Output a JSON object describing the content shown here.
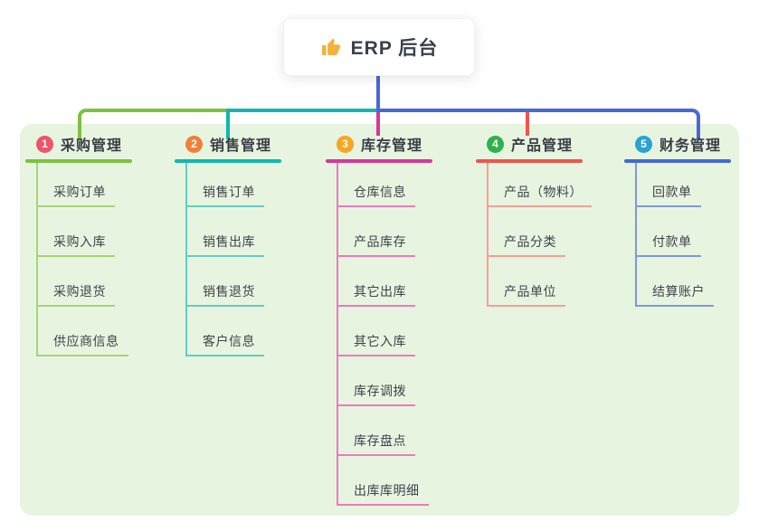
{
  "root": {
    "title": "ERP 后台",
    "icon": "thumbs-up-icon"
  },
  "colors": {
    "blue": "#4a67d8",
    "green": "#7cc23e",
    "teal": "#11b7ae",
    "magenta": "#d6389a",
    "red": "#f2544e",
    "panel_bg": "#e7f5e0",
    "thumb": "#f2b23c"
  },
  "branches": [
    {
      "number": "1",
      "title": "采购管理",
      "badge_color": "#f0536b",
      "line_color": "#7cc23e",
      "child_line_color": "#a6d478",
      "children": [
        "采购订单",
        "采购入库",
        "采购退货",
        "供应商信息"
      ]
    },
    {
      "number": "2",
      "title": "销售管理",
      "badge_color": "#f08039",
      "line_color": "#11b7ae",
      "child_line_color": "#63ccc5",
      "children": [
        "销售订单",
        "销售出库",
        "销售退货",
        "客户信息"
      ]
    },
    {
      "number": "3",
      "title": "库存管理",
      "badge_color": "#f9a51f",
      "line_color": "#d6389a",
      "child_line_color": "#ee79bd",
      "children": [
        "仓库信息",
        "产品库存",
        "其它出库",
        "其它入库",
        "库存调拨",
        "库存盘点",
        "出库库明细"
      ]
    },
    {
      "number": "4",
      "title": "产品管理",
      "badge_color": "#2fb24c",
      "line_color": "#f2544e",
      "child_line_color": "#f89d96",
      "children": [
        "产品（物料）",
        "产品分类",
        "产品单位"
      ]
    },
    {
      "number": "5",
      "title": "财务管理",
      "badge_color": "#2aa2d3",
      "line_color": "#3f6ad9",
      "child_line_color": "#7e97e0",
      "children": [
        "回款单",
        "付款单",
        "结算账户"
      ]
    }
  ]
}
